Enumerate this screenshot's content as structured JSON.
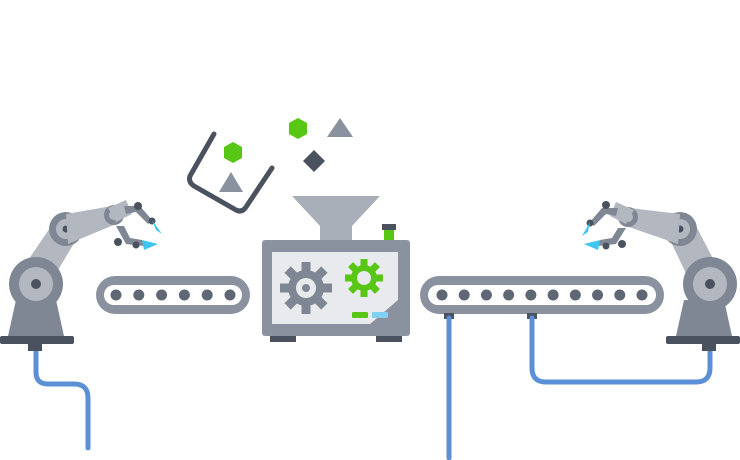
{
  "colors": {
    "background": "#ffffff",
    "arm_dark": "#7f8794",
    "arm_mid": "#9aa1ac",
    "arm_light": "#b3b8c0",
    "joint_dark": "#6b7280",
    "base_dark": "#4a5260",
    "claw_cyan": "#3ec6f0",
    "belt": "#8a92a0",
    "belt_inner": "#ffffff",
    "roller": "#5f6775",
    "cable": "#5b8fd6",
    "machine_body": "#8a92a0",
    "machine_panel": "#e8eaed",
    "gear_gray": "#7f8794",
    "gear_green": "#58c614",
    "indicator_green": "#58c614",
    "indicator_blue": "#7fd0f2",
    "hopper": "#a9afb8",
    "particle_green": "#58c614",
    "particle_gray": "#8a92a0",
    "particle_dark": "#4a5260",
    "basket": "#4a5260"
  },
  "scene": {
    "left_arm": {
      "icon": "robotic-arm-icon",
      "facing": "right"
    },
    "right_arm": {
      "icon": "robotic-arm-icon",
      "facing": "left"
    },
    "left_conveyor": {
      "icon": "conveyor-belt-icon",
      "rollers": 6
    },
    "right_conveyor": {
      "icon": "conveyor-belt-icon",
      "rollers": 10
    },
    "machine": {
      "icon": "factory-machine-icon",
      "gears": [
        "gray-gear-icon",
        "green-gear-icon"
      ]
    },
    "particles": [
      "green-hexagon-icon",
      "gray-triangle-icon",
      "dark-diamond-icon"
    ]
  }
}
